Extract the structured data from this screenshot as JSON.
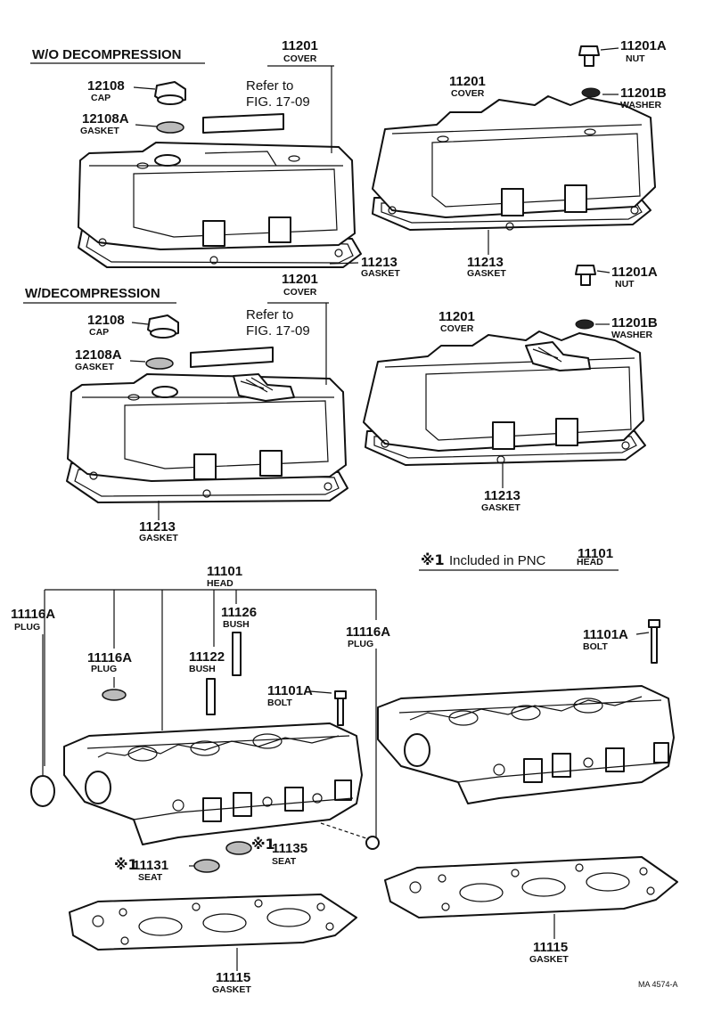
{
  "sections": {
    "wo_decompression": "W/O DECOMPRESSION",
    "w_decompression": "W/DECOMPRESSION"
  },
  "refer": {
    "line1": "Refer to",
    "line2": "FIG. 17-09"
  },
  "parts": {
    "cover": {
      "number": "11201",
      "name": "COVER"
    },
    "cap": {
      "number": "12108",
      "name": "CAP"
    },
    "cap_gasket": {
      "number": "12108A",
      "name": "GASKET"
    },
    "nut": {
      "number": "11201A",
      "name": "NUT"
    },
    "washer": {
      "number": "11201B",
      "name": "WASHER"
    },
    "cover_gasket": {
      "number": "11213",
      "name": "GASKET"
    },
    "head": {
      "number": "11101",
      "name": "HEAD"
    },
    "plug": {
      "number": "11116A",
      "name": "PLUG"
    },
    "bush_a": {
      "number": "11126",
      "name": "BUSH"
    },
    "bush_b": {
      "number": "11122",
      "name": "BUSH"
    },
    "bolt": {
      "number": "11101A",
      "name": "BOLT"
    },
    "seat_a": {
      "number": "11135",
      "name": "SEAT",
      "mark": "※1"
    },
    "seat_b": {
      "number": "11131",
      "name": "SEAT",
      "mark": "※1"
    },
    "head_gasket": {
      "number": "11115",
      "name": "GASKET"
    }
  },
  "note": {
    "mark": "※1",
    "text": "Included in PNC",
    "number": "11101",
    "name": "HEAD"
  },
  "drawing_code": "MA 4574-A"
}
